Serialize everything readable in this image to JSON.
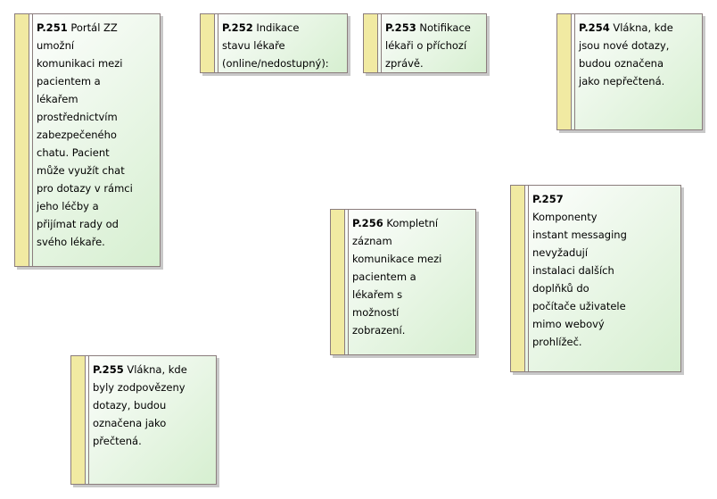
{
  "requirements": [
    {
      "id": "P.251",
      "text": "Portál ZZ\numožní\nkomunikaci mezi\npacientem a\nlékařem\nprostřednictvím\nzabezpečeného\nchatu. Pacient\nmůže využít chat\npro dotazy v rámci\njeho léčby a\npřijímat rady od\nsvého lékaře."
    },
    {
      "id": "P.252",
      "text": "Indikace\nstavu lékaře\n(online/nedostupný):"
    },
    {
      "id": "P.253",
      "text": "Notifikace\nlékaři o příchozí\nzprávě."
    },
    {
      "id": "P.254",
      "text": "Vlákna, kde\njsou nové dotazy,\nbudou označena\njako nepřečtená."
    },
    {
      "id": "P.255",
      "text": "Vlákna, kde\nbyly zodpovězeny\ndotazy, budou\noznačena jako\npřečtená."
    },
    {
      "id": "P.256",
      "text": "Kompletní\nzáznam\nkomunikace mezi\npacientem a\nlékařem s\nmožností\nzobrazení."
    },
    {
      "id": "P.257",
      "text": "\nKomponenty\ninstant messaging\nnevyžadují\ninstalaci dalších\ndoplňků do\npočítače uživatele\nmimo webový\nprohlížeč."
    }
  ]
}
